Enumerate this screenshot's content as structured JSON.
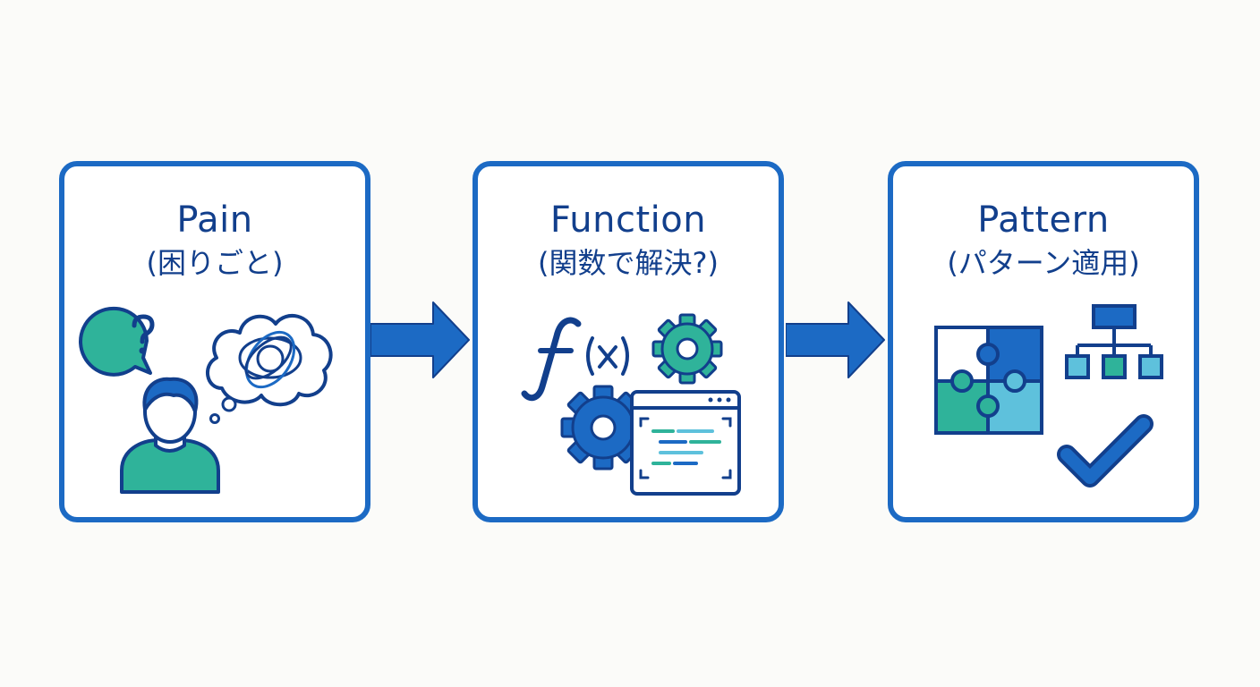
{
  "steps": [
    {
      "title": "Pain",
      "subtitle": "(困りごと)",
      "icons": [
        "question-bubble-icon",
        "person-icon",
        "tangled-thought-cloud-icon"
      ]
    },
    {
      "title": "Function",
      "subtitle": "(関数で解決?)",
      "icons": [
        "function-fx-icon",
        "gear-icon",
        "code-window-icon"
      ]
    },
    {
      "title": "Pattern",
      "subtitle": "(パターン適用)",
      "icons": [
        "puzzle-icon",
        "hierarchy-icon",
        "checkmark-icon"
      ]
    }
  ],
  "colors": {
    "border": "#1c6ac4",
    "title_text": "#123f8c",
    "icon_navy": "#123f8c",
    "teal": "#2fb39a",
    "light_blue": "#5ec1dc",
    "arrow": "#1c6ac4",
    "background": "#fbfbf9"
  }
}
